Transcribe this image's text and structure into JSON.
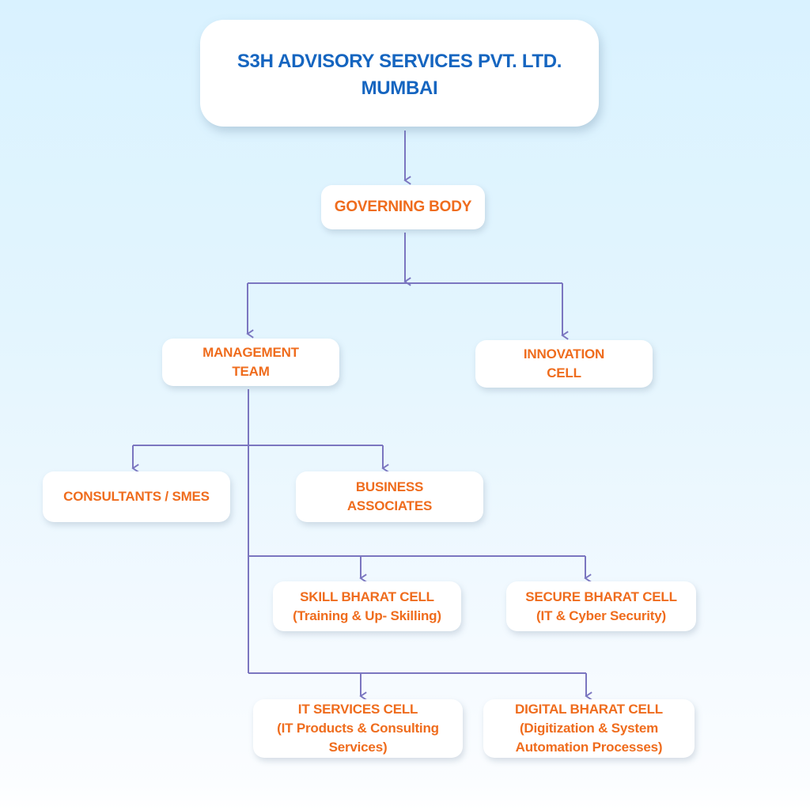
{
  "colors": {
    "title_text": "#1565c0",
    "node_text": "#ef6c1d",
    "connector": "#7b76c0",
    "node_background": "#ffffff",
    "page_background_top": "#d9f2ff",
    "page_background_bottom": "#ffffff"
  },
  "org_chart": {
    "root": {
      "lines": [
        "S3H ADVISORY SERVICES PVT. LTD.",
        "MUMBAI"
      ]
    },
    "governing_body": {
      "lines": [
        "GOVERNING BODY"
      ]
    },
    "management_team": {
      "lines": [
        "MANAGEMENT",
        "TEAM"
      ]
    },
    "innovation_cell": {
      "lines": [
        "INNOVATION",
        "CELL"
      ]
    },
    "consultants": {
      "lines": [
        "CONSULTANTS / SMES"
      ]
    },
    "business_associates": {
      "lines": [
        "BUSINESS",
        "ASSOCIATES"
      ]
    },
    "skill_bharat_cell": {
      "lines": [
        "SKILL BHARAT CELL",
        "(Training & Up- Skilling)"
      ]
    },
    "secure_bharat_cell": {
      "lines": [
        "SECURE BHARAT CELL",
        "(IT & Cyber Security)"
      ]
    },
    "it_services_cell": {
      "lines": [
        "IT SERVICES CELL",
        "(IT Products & Consulting",
        "Services)"
      ]
    },
    "digital_bharat_cell": {
      "lines": [
        "DIGITAL BHARAT CELL",
        "(Digitization & System",
        "Automation Processes)"
      ]
    }
  },
  "edges": [
    [
      "root",
      "governing_body"
    ],
    [
      "governing_body",
      "management_team"
    ],
    [
      "governing_body",
      "innovation_cell"
    ],
    [
      "management_team",
      "consultants"
    ],
    [
      "management_team",
      "business_associates"
    ],
    [
      "management_team",
      "skill_bharat_cell"
    ],
    [
      "management_team",
      "secure_bharat_cell"
    ],
    [
      "management_team",
      "it_services_cell"
    ],
    [
      "management_team",
      "digital_bharat_cell"
    ]
  ]
}
